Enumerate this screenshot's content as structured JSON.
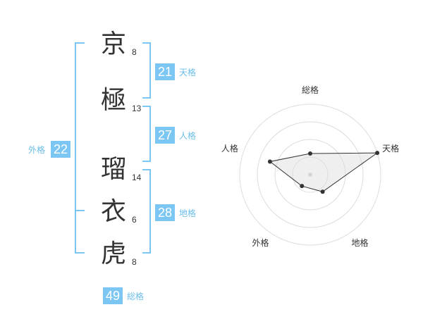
{
  "name_chars": [
    {
      "char": "京",
      "strokes": "8"
    },
    {
      "char": "極",
      "strokes": "13"
    },
    {
      "char": "瑠",
      "strokes": "14"
    },
    {
      "char": "衣",
      "strokes": "6"
    },
    {
      "char": "虎",
      "strokes": "8"
    }
  ],
  "fortune": {
    "tenkaku": {
      "label": "天格",
      "value": "21"
    },
    "jinkaku": {
      "label": "人格",
      "value": "27"
    },
    "chikaku": {
      "label": "地格",
      "value": "28"
    },
    "gaikaku": {
      "label": "外格",
      "value": "22"
    },
    "soukaku": {
      "label": "総格",
      "value": "49"
    }
  },
  "colors": {
    "accent": "#7cc6f4",
    "label": "#6bbde9",
    "text": "#333333"
  },
  "chart_data": {
    "type": "radar",
    "axes": [
      "総格",
      "天格",
      "地格",
      "外格",
      "人格"
    ],
    "values": [
      1.5,
      5,
      1.5,
      1,
      3
    ],
    "rmax": 5,
    "rings": 4
  }
}
